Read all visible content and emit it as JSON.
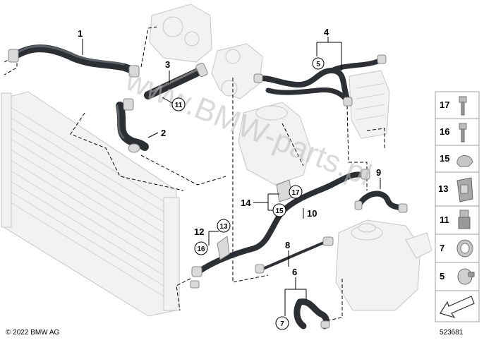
{
  "copyright": "© 2022 BMW AG",
  "diagram_number": "523681",
  "watermark": "www.BMW-parts.pl",
  "callouts": {
    "c1": "1",
    "c2": "2",
    "c3": "3",
    "c4": "4",
    "c6": "6",
    "c8": "8",
    "c9": "9",
    "c10": "10",
    "c12": "12",
    "c14": "14"
  },
  "circled": {
    "c5": "5",
    "c11": "11",
    "c13": "13",
    "c15": "15",
    "c16": "16",
    "c17": "17",
    "c7": "7"
  },
  "side_panel": [
    "17",
    "16",
    "15",
    "13",
    "11",
    "7",
    "5"
  ],
  "colors": {
    "hose": "#2c2f33",
    "panel_border": "#a0a0a0",
    "ghost": "#c6c6c6"
  }
}
